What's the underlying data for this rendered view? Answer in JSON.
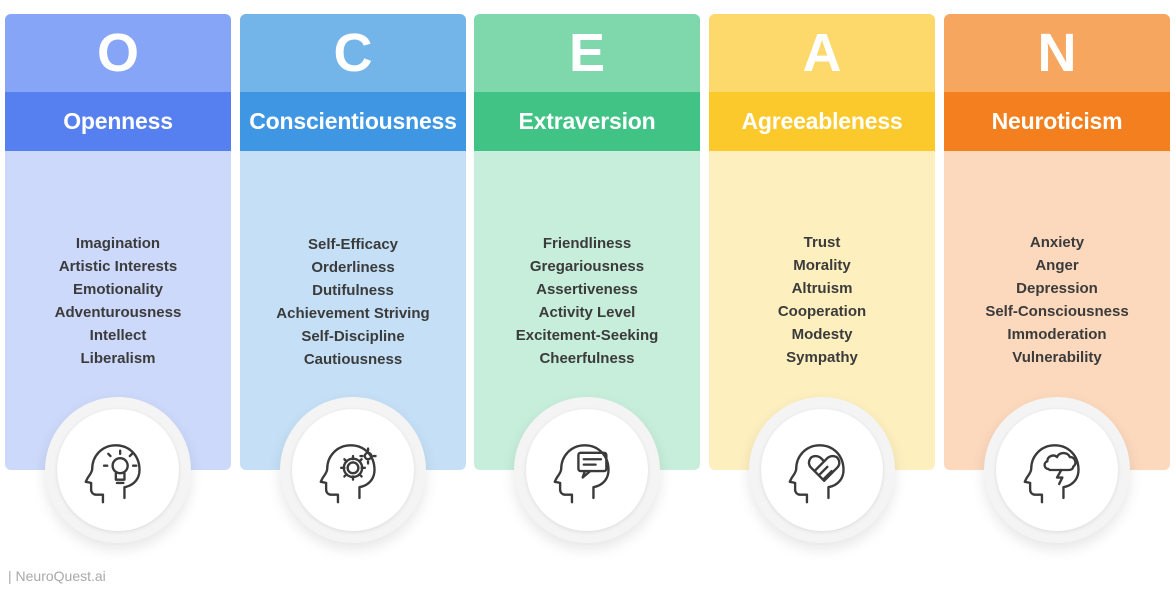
{
  "cards": [
    {
      "letter": "O",
      "trait": "Openness",
      "facets": [
        "Imagination",
        "Artistic Interests",
        "Emotionality",
        "Adventurousness",
        "Intellect",
        "Liberalism"
      ],
      "icon": "head-lightbulb-icon",
      "colors": {
        "top": "#86a5f7",
        "band": "#5680f0",
        "body": "#cdd9fb"
      }
    },
    {
      "letter": "C",
      "trait": "Conscientiousness",
      "facets": [
        "Self-Efficacy",
        "Orderliness",
        "Dutifulness",
        "Achievement Striving",
        "Self-Discipline",
        "Cautiousness"
      ],
      "icon": "head-gear-icon",
      "colors": {
        "top": "#73b4e9",
        "band": "#3f97e3",
        "body": "#c5e0f6"
      }
    },
    {
      "letter": "E",
      "trait": "Extraversion",
      "facets": [
        "Friendliness",
        "Gregariousness",
        "Assertiveness",
        "Activity Level",
        "Excitement-Seeking",
        "Cheerfulness"
      ],
      "icon": "head-speech-bubble-icon",
      "colors": {
        "top": "#7fd7ac",
        "band": "#40c384",
        "body": "#c7eedb"
      }
    },
    {
      "letter": "A",
      "trait": "Agreeableness",
      "facets": [
        "Trust",
        "Morality",
        "Altruism",
        "Cooperation",
        "Modesty",
        "Sympathy"
      ],
      "icon": "head-heart-handshake-icon",
      "colors": {
        "top": "#fdd96b",
        "band": "#fcc92d",
        "body": "#feefbf"
      }
    },
    {
      "letter": "N",
      "trait": "Neuroticism",
      "facets": [
        "Anxiety",
        "Anger",
        "Depression",
        "Self-Consciousness",
        "Immoderation",
        "Vulnerability"
      ],
      "icon": "head-storm-cloud-icon",
      "colors": {
        "top": "#f7a660",
        "band": "#f37f1e",
        "body": "#fcd9bd"
      }
    }
  ],
  "brand": "| NeuroQuest.ai"
}
